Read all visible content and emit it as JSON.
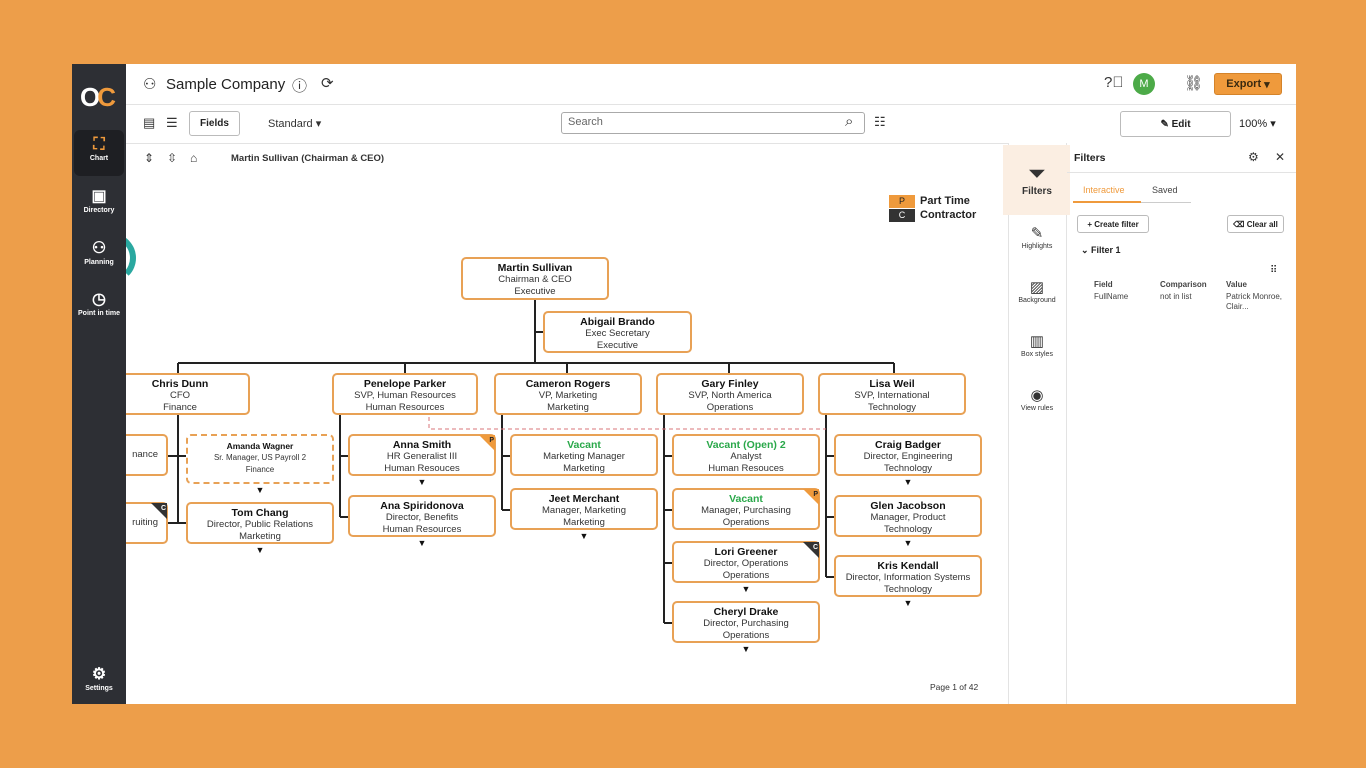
{
  "app": {
    "logo": "OC",
    "company": "Sample Company",
    "export": "Export",
    "user_initial": "M",
    "zoom": "100%"
  },
  "sidebar": [
    {
      "label": "Chart",
      "icon": "org-chart-icon"
    },
    {
      "label": "Directory",
      "icon": "directory-icon"
    },
    {
      "label": "Planning",
      "icon": "planning-icon"
    },
    {
      "label": "Point in time",
      "icon": "history-icon"
    },
    {
      "label": "Settings",
      "icon": "gear-icon"
    }
  ],
  "toolbar": {
    "fields": "Fields",
    "view": "Standard",
    "search_placeholder": "Search",
    "edit": "Edit"
  },
  "breadcrumb": "Martin Sullivan (Chairman & CEO)",
  "legend": [
    {
      "code": "P",
      "label": "Part Time",
      "color": "#ef9a3c"
    },
    {
      "code": "C",
      "label": "Contractor",
      "color": "#333333"
    }
  ],
  "nodes": [
    {
      "name": "Martin Sullivan",
      "title": "Chairman & CEO",
      "dept": "Executive"
    },
    {
      "name": "Abigail Brando",
      "title": "Exec Secretary",
      "dept": "Executive"
    },
    {
      "name": "Chris  Dunn",
      "title": "CFO",
      "dept": "Finance"
    },
    {
      "name": "Penelope Parker",
      "title": "SVP, Human Resources",
      "dept": "Human Resources"
    },
    {
      "name": "Cameron Rogers",
      "title": "VP, Marketing",
      "dept": "Marketing"
    },
    {
      "name": "Gary Finley",
      "title": "SVP, North America",
      "dept": "Operations"
    },
    {
      "name": "Lisa Weil",
      "title": "SVP, International",
      "dept": "Technology"
    },
    {
      "name": "",
      "title": "nance",
      "dept": ""
    },
    {
      "name": "",
      "title": "ruiting",
      "dept": "",
      "badge": "C"
    },
    {
      "name": "Amanda Wagner",
      "title": "Sr. Manager, US Payroll 2",
      "dept": "Finance"
    },
    {
      "name": "Tom Chang",
      "title": "Director, Public Relations",
      "dept": "Marketing"
    },
    {
      "name": "Anna Smith",
      "title": "HR Generalist III",
      "dept": "Human Resouces",
      "badge": "P"
    },
    {
      "name": "Ana Spiridonova",
      "title": "Director, Benefits",
      "dept": "Human Resources"
    },
    {
      "name": "Vacant",
      "title": "Marketing Manager",
      "dept": "Marketing"
    },
    {
      "name": "Jeet Merchant",
      "title": "Manager, Marketing",
      "dept": "Marketing"
    },
    {
      "name": "Vacant (Open) 2",
      "title": "Analyst",
      "dept": "Human Resouces"
    },
    {
      "name": "Vacant",
      "title": "Manager, Purchasing",
      "dept": "Operations",
      "badge": "P"
    },
    {
      "name": "Lori Greener",
      "title": "Director, Operations",
      "dept": "Operations",
      "badge": "C"
    },
    {
      "name": "Cheryl Drake",
      "title": "Director, Purchasing",
      "dept": "Operations"
    },
    {
      "name": "Craig Badger",
      "title": "Director, Engineering",
      "dept": "Technology"
    },
    {
      "name": "Glen Jacobson",
      "title": "Manager, Product",
      "dept": "Technology"
    },
    {
      "name": "Kris Kendall",
      "title": "Director, Information Systems",
      "dept": "Technology"
    }
  ],
  "page": "Page 1 of 42",
  "tools": [
    {
      "label": "Filters"
    },
    {
      "label": "Highlights"
    },
    {
      "label": "Background"
    },
    {
      "label": "Box styles"
    },
    {
      "label": "View rules"
    }
  ],
  "filters": {
    "title": "Filters",
    "tabs": [
      "Interactive",
      "Saved"
    ],
    "create": "Create filter",
    "clear": "Clear all",
    "filter_name": "Filter 1",
    "headers": [
      "Field",
      "Comparison",
      "Value"
    ],
    "row": [
      "FullName",
      "not in list",
      "Patrick Monroe, Clair..."
    ]
  }
}
